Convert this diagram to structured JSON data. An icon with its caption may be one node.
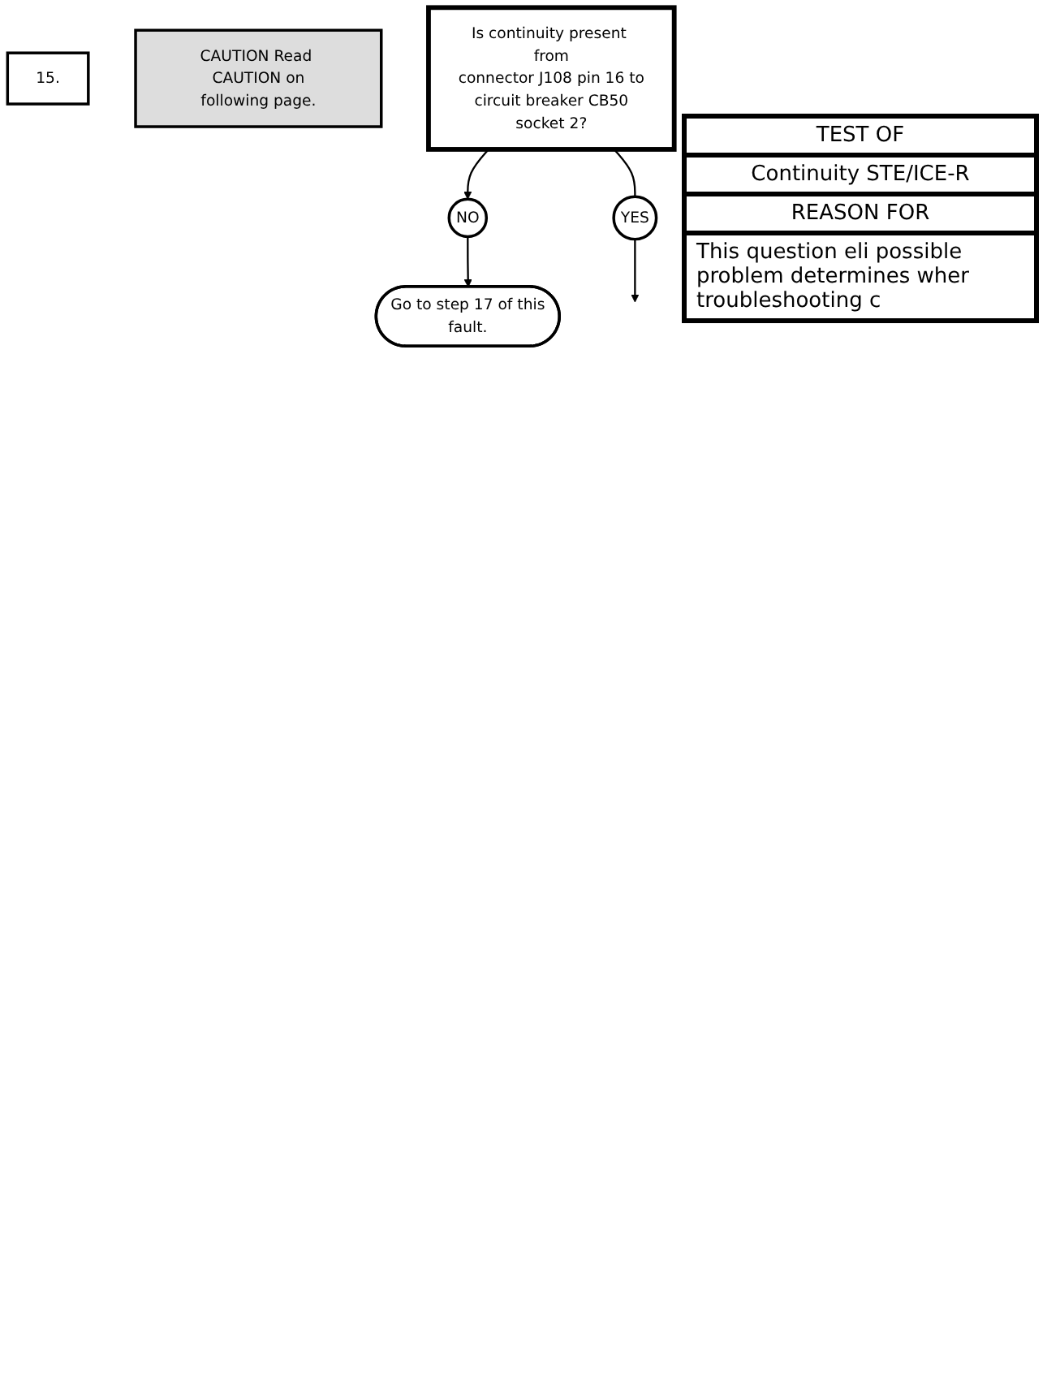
{
  "diagram": {
    "nodes": [
      {
        "text": [
          "15."
        ]
      },
      {
        "text": [
          "CAUTION Read CAUTION on following page."
        ]
      },
      {
        "text": [
          "Is continuity present from connector J108 pin 16 to circuit breaker CB50 socket 2?"
        ]
      },
      {
        "text": [
          "NO"
        ]
      },
      {
        "text": [
          "YES"
        ]
      },
      {
        "text": [
          "Go to step 17 of this fault."
        ]
      }
    ],
    "edges": [
      {
        "from": 2,
        "to": 3,
        "arrow": "to"
      },
      {
        "from": 3,
        "to": 5,
        "arrow": "to"
      },
      {
        "from": 2,
        "to": 4,
        "arrow": "none"
      },
      {
        "from": 4,
        "to": null,
        "arrow": "to"
      }
    ],
    "labels": [
      "TEST OF",
      "Continuity STE/ICE-R",
      "REASON FOR",
      "This question eli possible problem determines wher troubleshooting c"
    ]
  }
}
